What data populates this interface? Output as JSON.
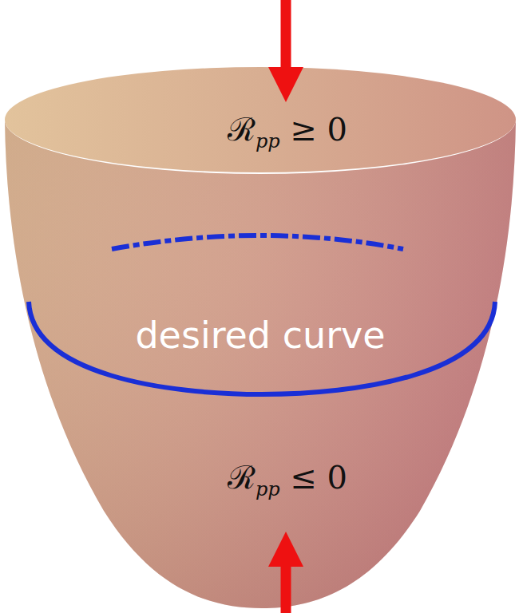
{
  "diagram": {
    "labels": [
      "ℛpp ≥ 0",
      "desired curve",
      "ℛpp ≤ 0"
    ]
  }
}
